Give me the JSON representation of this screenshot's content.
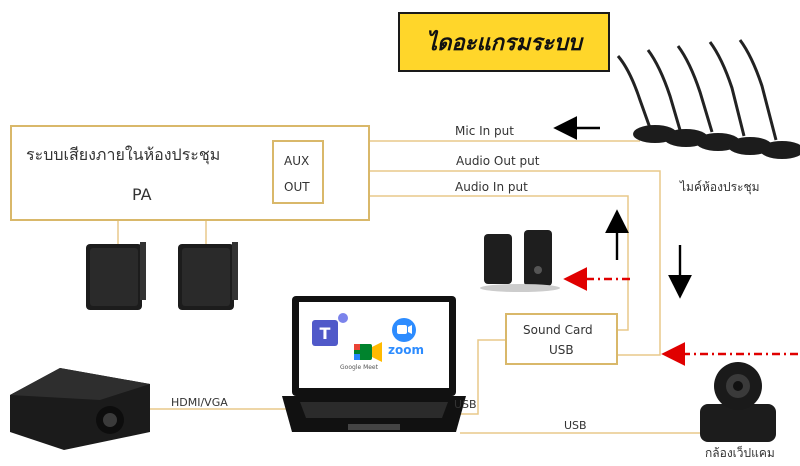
{
  "title": "ไดอะแกรมระบบ",
  "pa_box": {
    "line1": "ระบบเสียงภายในห้องประชุม",
    "line2": "PA"
  },
  "aux_box": {
    "line1": "AUX",
    "line2": "OUT"
  },
  "sound_card": {
    "line1": "Sound Card",
    "line2": "USB"
  },
  "edges": {
    "mic_input": "Mic In put",
    "audio_output": "Audio Out put",
    "audio_input": "Audio In put",
    "hdmi": "HDMI/VGA",
    "usb_laptop": "USB",
    "usb_webcam": "USB"
  },
  "devices": {
    "conference_mic": "ไมค์ห้องประชุม",
    "webcam": "กล้องเว็ปแคม",
    "meet_logo": "Google Meet",
    "zoom_logo": "zoom"
  },
  "colors": {
    "line": "#e8c98a",
    "box_border": "#d9b86a",
    "title_bg": "#ffd62a",
    "dash_red": "#e00000",
    "zoom": "#2d8cff"
  }
}
